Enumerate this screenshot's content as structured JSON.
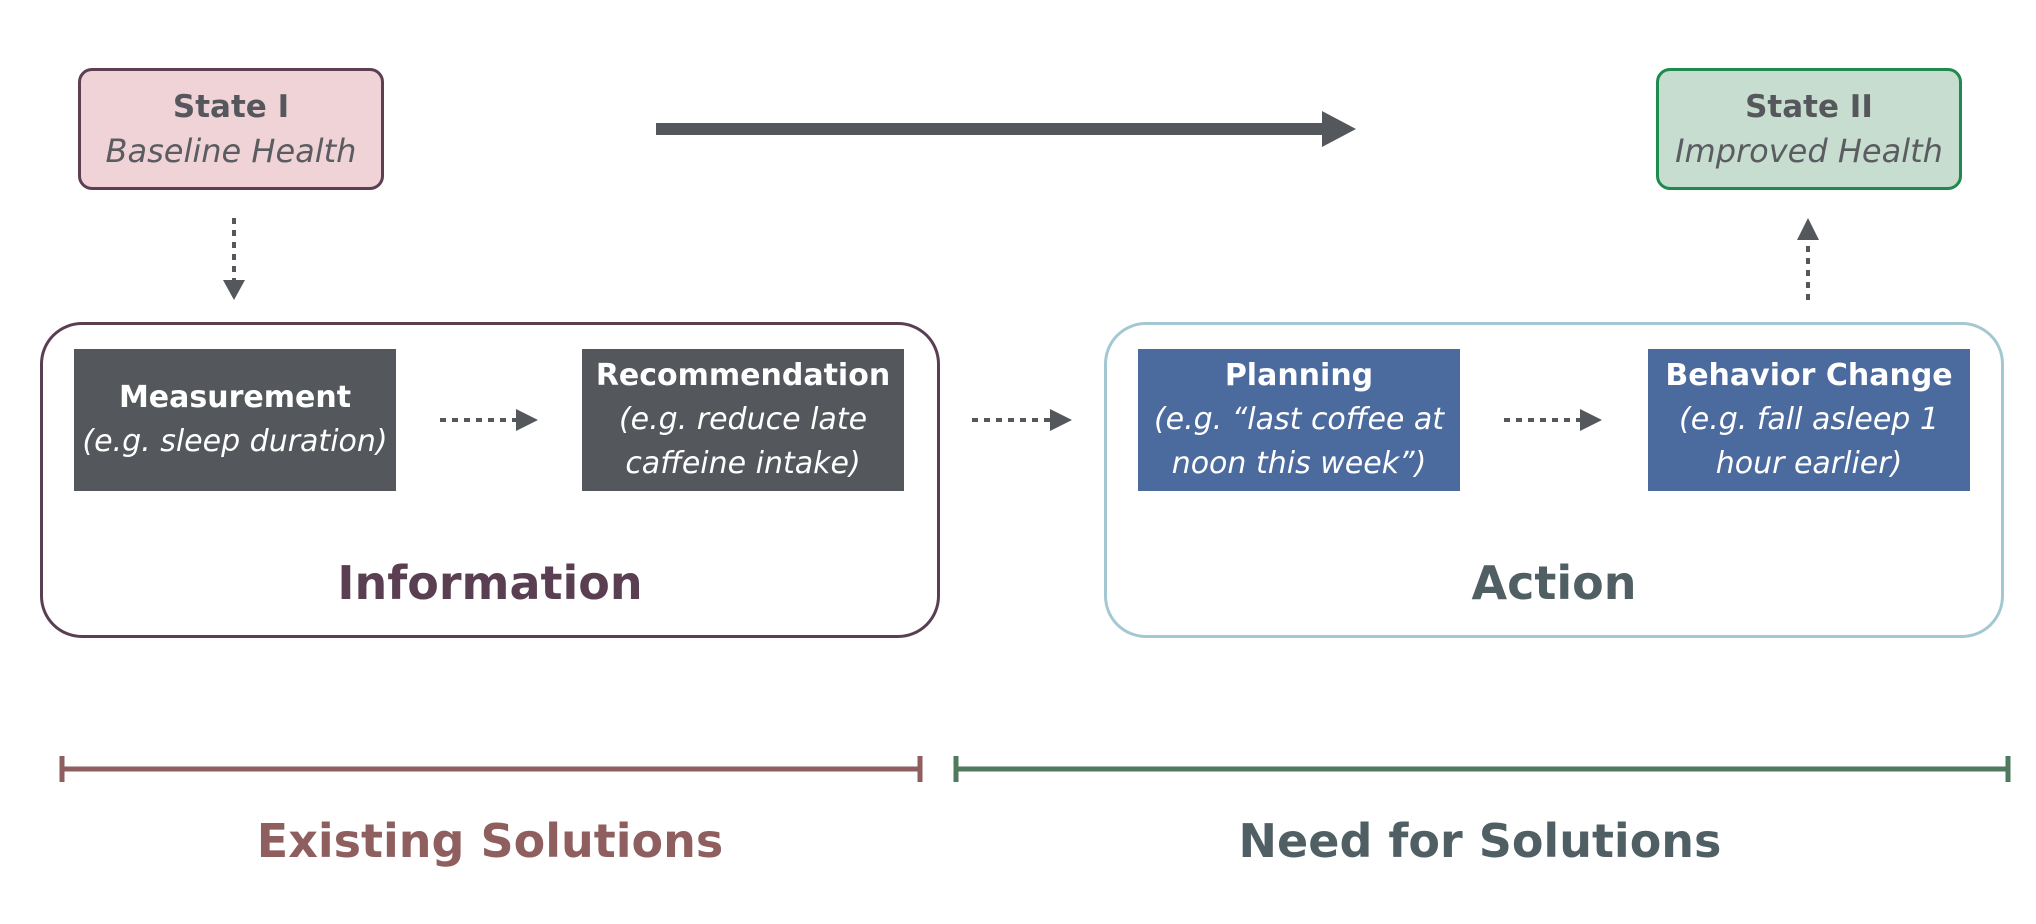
{
  "state1": {
    "title": "State I",
    "subtitle": "Baseline Health"
  },
  "state2": {
    "title": "State II",
    "subtitle": "Improved Health"
  },
  "information": {
    "label": "Information",
    "measurement": {
      "title": "Measurement",
      "example": "(e.g. sleep duration)"
    },
    "recommendation": {
      "title": "Recommendation",
      "example_line1": "(e.g. reduce late",
      "example_line2": "caffeine intake)"
    }
  },
  "action": {
    "label": "Action",
    "planning": {
      "title": "Planning",
      "example_line1": "(e.g. “last coffee at",
      "example_line2": "noon this week”)"
    },
    "behavior_change": {
      "title": "Behavior Change",
      "example_line1": "(e.g. fall asleep 1",
      "example_line2": "hour earlier)"
    }
  },
  "brackets": {
    "existing": "Existing Solutions",
    "need": "Need for Solutions"
  },
  "colors": {
    "arrow": "#54575c",
    "existing_bracket": "#8f5e5e",
    "need_bracket": "#4f7a5e",
    "dark_box": "#54575c",
    "blue_box": "#4b6a9e"
  }
}
